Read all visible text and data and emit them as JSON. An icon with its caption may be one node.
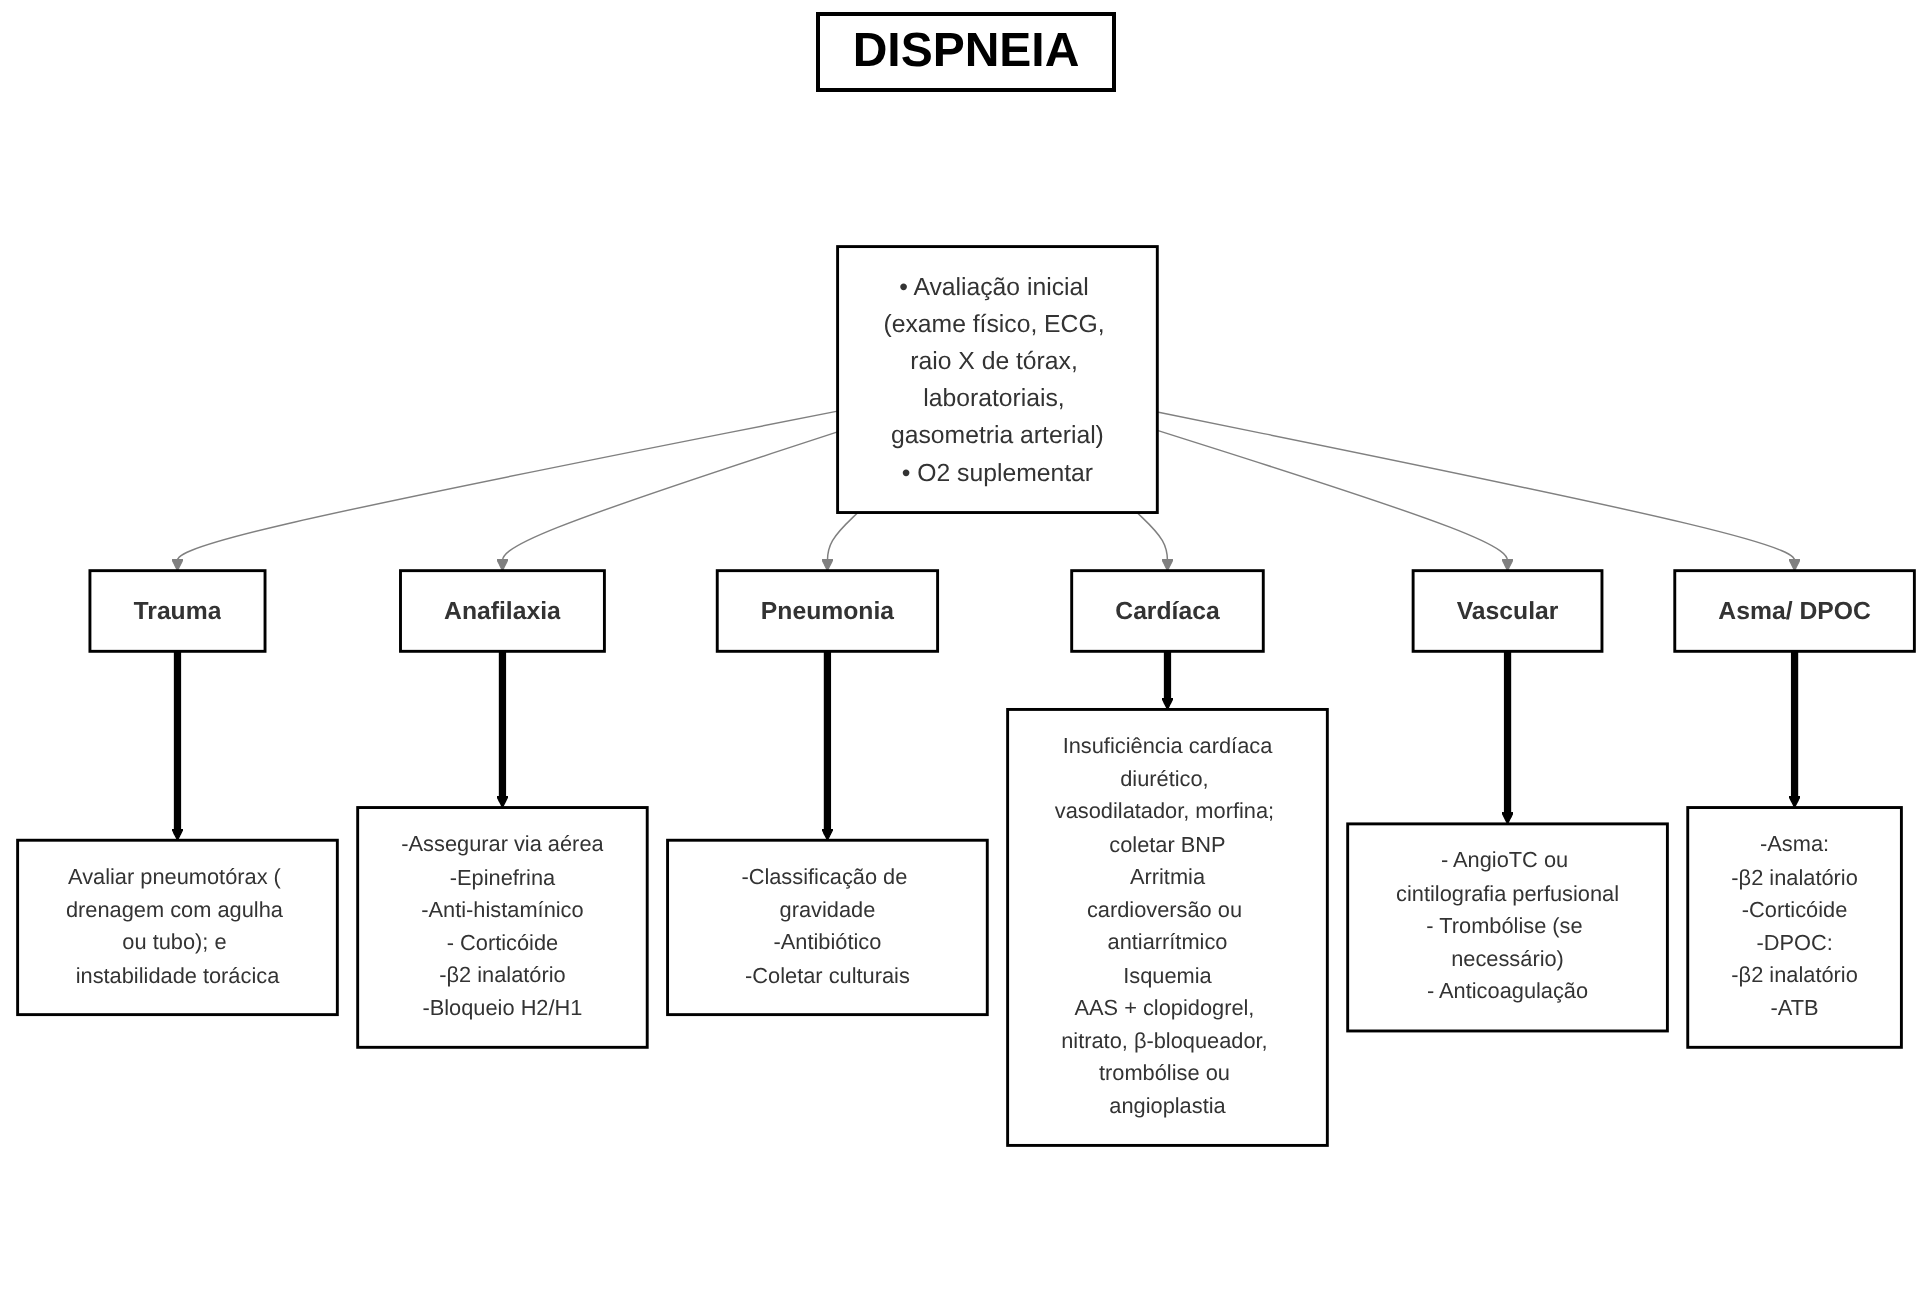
{
  "diagram": {
    "title": "DISPNEIA",
    "nodes": [
      {
        "text": [
          "• Avaliação inicial (exame físico, ECG, raio X de tórax, laboratoriais, gasometria arterial)",
          "• O2 suplementar"
        ]
      },
      {
        "text": [
          "Trauma"
        ]
      },
      {
        "text": [
          "Anafilaxia"
        ]
      },
      {
        "text": [
          "Pneumonia"
        ]
      },
      {
        "text": [
          "Cardíaca"
        ]
      },
      {
        "text": [
          "Vascular"
        ]
      },
      {
        "text": [
          "Asma/ DPOC"
        ]
      },
      {
        "text": [
          "Avaliar pneumotórax ( drenagem com agulha ou tubo); e instabilidade torácica"
        ]
      },
      {
        "text": [
          "-Assegurar via aérea",
          "-Epinefrina",
          "-Anti-histamínico",
          "- Corticóide",
          "-β2 inalatório",
          "-Bloqueio H2/H1"
        ]
      },
      {
        "text": [
          "-Classificação de gravidade",
          "-Antibiótico",
          "-Coletar culturais"
        ]
      },
      {
        "text": [
          "Insuficiência cardíaca",
          "diurético, vasodilatador, morfina; coletar BNP",
          "Arritmia",
          "cardioversão ou antiarrítmico",
          "Isquemia",
          "AAS + clopidogrel, nitrato, β-bloqueador, trombólise ou angioplastia"
        ]
      },
      {
        "text": [
          "- AngioTC ou cintilografia perfusional",
          "- Trombólise (se necessário)",
          "- Anticoagulação"
        ]
      },
      {
        "text": [
          "-Asma:",
          "-β2 inalatório",
          "-Corticóide",
          "-DPOC:",
          "-β2 inalatório",
          "-ATB"
        ]
      }
    ],
    "edges": [
      {
        "from": 0,
        "to": 1,
        "arrow": "to"
      },
      {
        "from": 0,
        "to": 2,
        "arrow": "to"
      },
      {
        "from": 0,
        "to": 3,
        "arrow": "to"
      },
      {
        "from": 0,
        "to": 4,
        "arrow": "to"
      },
      {
        "from": 0,
        "to": 5,
        "arrow": "to"
      },
      {
        "from": 0,
        "to": 6,
        "arrow": "to"
      },
      {
        "from": 1,
        "to": 7,
        "arrow": "to",
        "style": "thick",
        "color": "#000000"
      },
      {
        "from": 2,
        "to": 8,
        "arrow": "to",
        "style": "thick",
        "color": "#000000"
      },
      {
        "from": 3,
        "to": 9,
        "arrow": "to",
        "style": "thick",
        "color": "#000000"
      },
      {
        "from": 4,
        "to": 10,
        "arrow": "to",
        "style": "thick",
        "color": "#000000"
      },
      {
        "from": 5,
        "to": 11,
        "arrow": "to",
        "style": "thick",
        "color": "#000000"
      },
      {
        "from": 6,
        "to": 12,
        "arrow": "to",
        "style": "thick",
        "color": "#000000"
      }
    ]
  }
}
